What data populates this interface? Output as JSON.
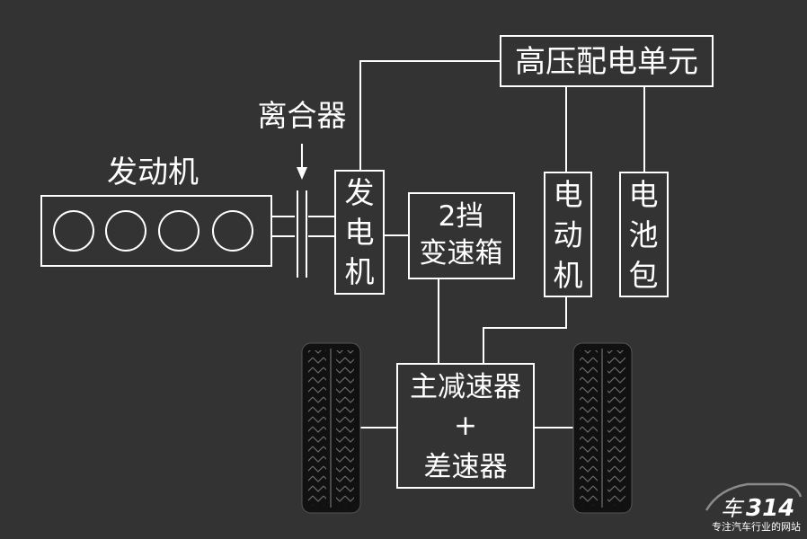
{
  "labels": {
    "engine": "发动机",
    "clutch": "离合器",
    "generator": [
      "发",
      "电",
      "机"
    ],
    "gearbox_line1": "2挡",
    "gearbox_line2": "变速箱",
    "hv_unit": "高压配电单元",
    "motor": [
      "电",
      "动",
      "机"
    ],
    "battery": [
      "电",
      "池",
      "包"
    ],
    "reducer_line1": "主减速器",
    "reducer_plus": "+",
    "reducer_line2": "差速器"
  },
  "watermark": {
    "logo_prefix": "车",
    "logo_number": "314",
    "tagline": "专注汽车行业的网站"
  },
  "colors": {
    "background": "#333333",
    "stroke": "#ffffff",
    "tire": "#111111",
    "watermark": "#8a8a8a"
  },
  "engine_cylinders": 4
}
